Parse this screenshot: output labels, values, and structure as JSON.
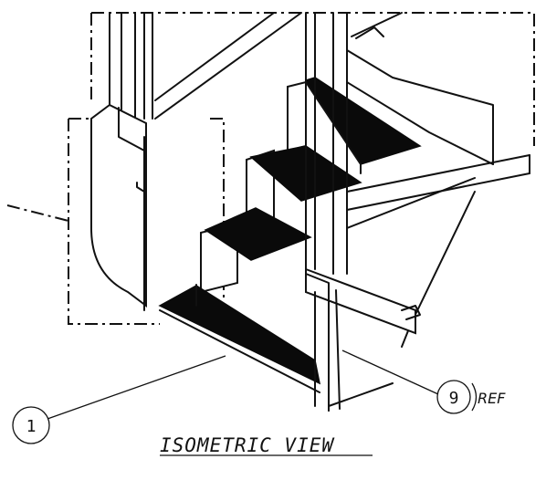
{
  "title": "ISOMETRIC VIEW",
  "callouts": [
    {
      "label": "1",
      "suffix": ""
    },
    {
      "label": "9",
      "suffix": "REF"
    }
  ],
  "colors": {
    "ink": "#111111",
    "tread": "#0a0a0a",
    "background": "#ffffff"
  }
}
